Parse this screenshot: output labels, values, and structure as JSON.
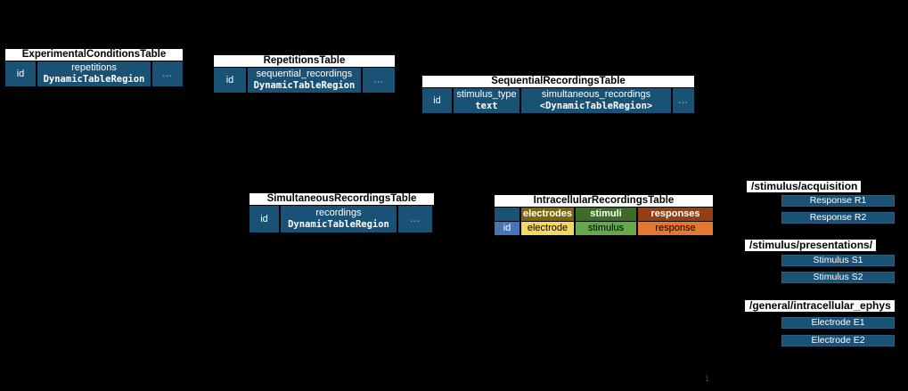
{
  "colors": {
    "background": "#000000",
    "table_blue": "#1a5276",
    "id_cell_blue": "#4a74ba",
    "electrodes_header": "#7d6608",
    "electrode_cell": "#f6d663",
    "stimuli_header": "#3c6d26",
    "stimulus_cell": "#64a84b",
    "responses_header": "#933f10",
    "response_cell": "#e5772e",
    "title_band": "#ffffff"
  },
  "tables": {
    "experimental_conditions": {
      "title": "ExperimentalConditionsTable",
      "id_label": "id",
      "column_name": "repetitions",
      "column_type": "DynamicTableRegion",
      "ellipsis": "..."
    },
    "repetitions": {
      "title": "RepetitionsTable",
      "id_label": "id",
      "column_name": "sequential_recordings",
      "column_type": "DynamicTableRegion",
      "ellipsis": "..."
    },
    "sequential_recordings": {
      "title": "SequentialRecordingsTable",
      "id_label": "id",
      "column1_name": "stimulus_type",
      "column1_type": "text",
      "column2_name": "simultaneous_recordings",
      "column2_type": "<DynamicTableRegion>",
      "ellipsis": "..."
    },
    "simultaneous_recordings": {
      "title": "SimultaneousRecordingsTable",
      "id_label": "id",
      "column_name": "recordings",
      "column_type": "DynamicTableRegion",
      "ellipsis": "..."
    },
    "intracellular_recordings": {
      "title": "IntracellularRecordingsTable",
      "id_label": "id",
      "group_electrodes": "electrodes",
      "group_stimuli": "stimuli",
      "group_responses": "responses",
      "col_electrode": "electrode",
      "col_stimulus": "stimulus",
      "col_response": "response"
    }
  },
  "hierarchy_groups": {
    "acquisition": {
      "path_label": "/stimulus/acquisition",
      "items": [
        "Response R1",
        "Response R2"
      ]
    },
    "presentations": {
      "path_label": "/stimulus/presentations/",
      "items": [
        "Stimulus S1",
        "Stimulus S2"
      ]
    },
    "intracellular_ephys": {
      "path_label": "/general/intracellular_ephys",
      "items": [
        "Electrode E1",
        "Electrode E2"
      ]
    }
  },
  "page_marker": "1"
}
